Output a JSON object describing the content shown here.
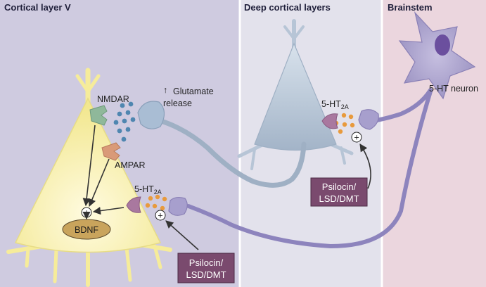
{
  "regions": {
    "cortical_layer": "Cortical layer V",
    "deep_layers": "Deep cortical layers",
    "brainstem": "Brainstem"
  },
  "labels": {
    "nmdar": "NMDAR",
    "ampar": "AMPAR",
    "glutamate_arrow": "↑",
    "glutamate_line1": "Glutamate",
    "glutamate_line2": "release",
    "receptor_5ht_main": "5-HT",
    "receptor_5ht_sub": "2A",
    "bdnf": "BDNF",
    "serotonin_neuron": "5-HT neuron",
    "plus": "+"
  },
  "drug_boxes": {
    "deep_line1": "Psilocin/",
    "deep_line2": "LSD/DMT",
    "cortical_line1": "Psilocin/",
    "cortical_line2": "LSD/DMT"
  },
  "colors": {
    "cortical_bg": "#cfcbe0",
    "deep_bg": "#e3e2ec",
    "brainstem_bg": "#ebd6de",
    "pyramidal_fill": "#f6f0b0",
    "deep_neuron_fill": "#b7c5d6",
    "serotonin_neuron_fill": "#a9a0c8",
    "drug_box": "#7a4a6e",
    "bdnf_fill": "#c9a45c",
    "glutamate_dot": "#4f86b0",
    "serotonin_dot": "#e89a3c",
    "nmdar_color": "#8fb89a",
    "ampar_color": "#d99a78",
    "receptor_5ht_color": "#a9789f"
  }
}
